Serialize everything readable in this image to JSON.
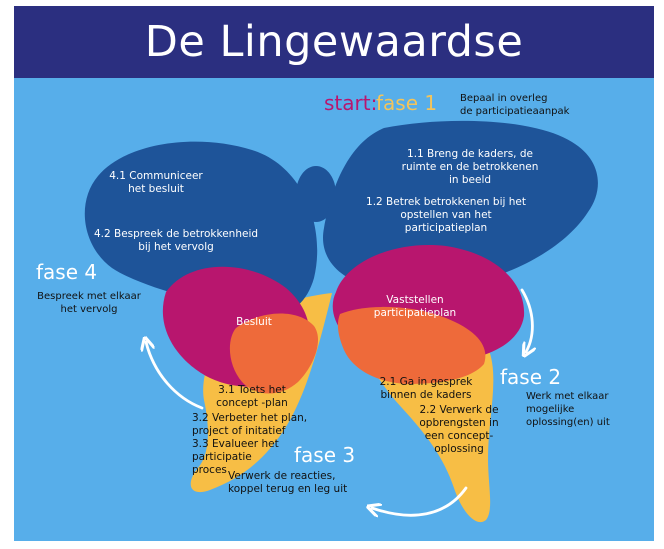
{
  "title": "De Lingewaardse participatieaanpak",
  "colors": {
    "header_bg": "#2b2f80",
    "sky": "#57aeea",
    "navy_wing": "#1e5499",
    "magenta": "#b8166e",
    "orange": "#ee6a3a",
    "yellow": "#f7be45",
    "arrow": "#ffffff",
    "start_label": "#b8166e",
    "fase1_label": "#f3c45b"
  },
  "start": {
    "label": "start:",
    "fase": "fase 1",
    "description": "Bepaal in overleg\nde participatieaanpak"
  },
  "fase1": {
    "step_1_1": "1.1 Breng de kaders, de\nruimte en de betrokkenen\nin beeld",
    "step_1_2": "1.2 Betrek betrokkenen bij het\nopstellen van het\nparticipatieplan"
  },
  "center_top": "Vaststellen\nparticipatieplan",
  "center_left": "Besluit",
  "fase2": {
    "label": "fase 2",
    "description": "Werk met elkaar\nmogelijke\noplossing(en) uit",
    "step_2_1": "2.1 Ga in gesprek\nbinnen de kaders",
    "step_2_2": "2.2 Verwerk de\nopbrengsten in\neen concept-\noplossing"
  },
  "fase3": {
    "label": "fase 3",
    "description": "Verwerk de reacties,\nkoppel terug en leg uit",
    "step_3_1": "3.1 Toets het\nconcept -plan",
    "step_3_2": "3.2 Verbeter het plan,\nproject of initatief",
    "step_3_3": "3.3 Evalueer het\nparticipatie\nproces"
  },
  "fase4": {
    "label": "fase 4",
    "description": "Bespreek met elkaar\nhet vervolg",
    "step_4_1": "4.1 Communiceer\nhet besluit",
    "step_4_2": "4.2 Bespreek de betrokkenheid\nbij het vervolg"
  }
}
